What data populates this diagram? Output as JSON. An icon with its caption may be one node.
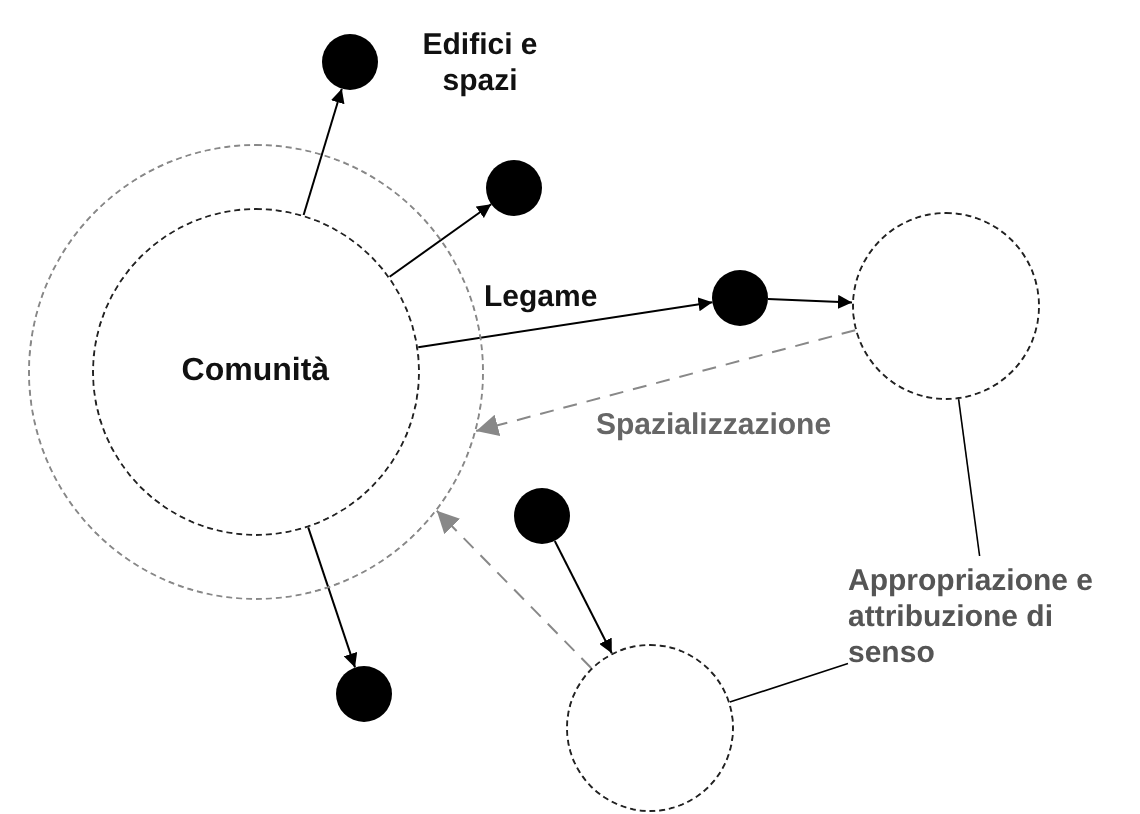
{
  "diagram": {
    "nodes": [
      {
        "text": [],
        "shape": "circle"
      },
      {
        "text": [
          "Comunità"
        ],
        "in": 0
      },
      {
        "text": [],
        "shape": "circle",
        "beside": [
          "Edifici e spazi"
        ]
      },
      {
        "text": [],
        "shape": "circle"
      },
      {
        "text": [],
        "shape": "circle"
      },
      {
        "text": [],
        "shape": "circle"
      },
      {
        "text": [],
        "shape": "circle"
      },
      {
        "text": [],
        "shape": "circle"
      },
      {
        "text": [],
        "shape": "circle"
      },
      {
        "text": [
          "Appropriazione e attribuzione di senso"
        ]
      }
    ],
    "edges": [
      {
        "from": 1,
        "to": 2,
        "arrow": "to"
      },
      {
        "from": 1,
        "to": 3,
        "arrow": "to"
      },
      {
        "from": 1,
        "to": 4,
        "arrow": "to",
        "label": "Legame"
      },
      {
        "from": 4,
        "to": 5,
        "arrow": "to"
      },
      {
        "from": 5,
        "to": 0,
        "arrow": "to",
        "style": "dashed",
        "color": "#888888",
        "label": "Spazializzazione"
      },
      {
        "from": 6,
        "to": 8,
        "arrow": "to"
      },
      {
        "from": 8,
        "to": 0,
        "arrow": "to",
        "style": "dashed",
        "color": "#888888"
      },
      {
        "from": 1,
        "to": 7,
        "arrow": "to"
      },
      {
        "from": 9,
        "to": 5,
        "arrow": "none"
      },
      {
        "from": 9,
        "to": 8,
        "arrow": "none"
      }
    ]
  }
}
